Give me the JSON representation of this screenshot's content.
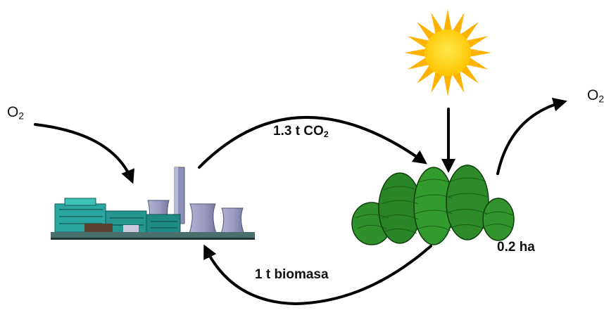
{
  "labels": {
    "o2_input": {
      "text": "O",
      "sub": "2"
    },
    "o2_output": {
      "text": "O",
      "sub": "2"
    },
    "co2_flow": {
      "text": "1.3 t CO",
      "sub": "2"
    },
    "biomass_flow": {
      "text": "1 t biomasa"
    },
    "forest_area": {
      "text": "0.2 ha"
    }
  },
  "icons": {
    "sun": "sun-icon",
    "power_plant": "power-plant-icon",
    "forest": "forest-icon"
  },
  "colors": {
    "arrow": "#000000",
    "sun": "#ffd21a",
    "sun_rays": "#ffb000",
    "forest": "#2f8f2a",
    "plant_body": "#2aa6a0",
    "cooling_tower": "#8f8fb8"
  }
}
